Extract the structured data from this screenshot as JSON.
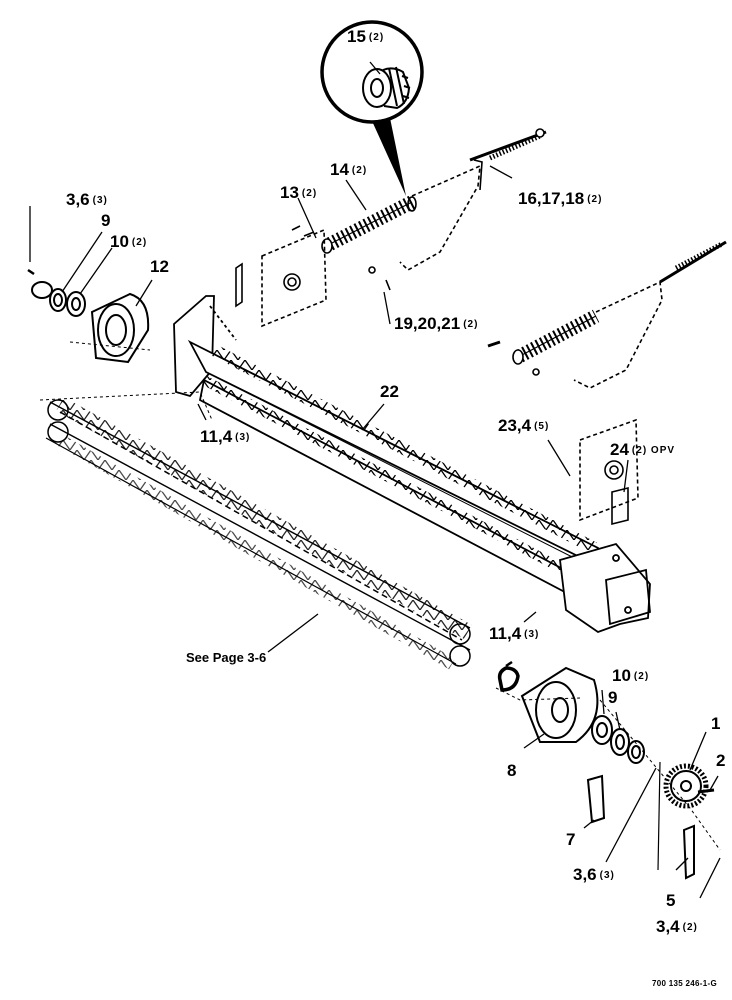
{
  "callouts": [
    {
      "id": "c15",
      "main": "15",
      "qty": "(2)"
    },
    {
      "id": "c14",
      "main": "14",
      "qty": "(2)"
    },
    {
      "id": "c13",
      "main": "13",
      "qty": "(2)"
    },
    {
      "id": "c16",
      "main": "16,17,18",
      "qty": "(2)"
    },
    {
      "id": "c36a",
      "main": "3,6",
      "qty": "(3)"
    },
    {
      "id": "c9a",
      "main": "9",
      "qty": ""
    },
    {
      "id": "c10a",
      "main": "10",
      "qty": "(2)"
    },
    {
      "id": "c12",
      "main": "12",
      "qty": ""
    },
    {
      "id": "c19",
      "main": "19,20,21",
      "qty": "(2)"
    },
    {
      "id": "c22",
      "main": "22",
      "qty": ""
    },
    {
      "id": "c114a",
      "main": "11,4",
      "qty": "(3)"
    },
    {
      "id": "c234",
      "main": "23,4",
      "qty": "(5)"
    },
    {
      "id": "c24",
      "main": "24",
      "qty": "(2) OPV"
    },
    {
      "id": "c114b",
      "main": "11,4",
      "qty": "(3)"
    },
    {
      "id": "c10b",
      "main": "10",
      "qty": "(2)"
    },
    {
      "id": "c9b",
      "main": "9",
      "qty": ""
    },
    {
      "id": "c1",
      "main": "1",
      "qty": ""
    },
    {
      "id": "c2",
      "main": "2",
      "qty": ""
    },
    {
      "id": "c8",
      "main": "8",
      "qty": ""
    },
    {
      "id": "c7",
      "main": "7",
      "qty": ""
    },
    {
      "id": "c36b",
      "main": "3,6",
      "qty": "(3)"
    },
    {
      "id": "c5",
      "main": "5",
      "qty": ""
    },
    {
      "id": "c34",
      "main": "3,4",
      "qty": "(2)"
    }
  ],
  "see_page_note": "See Page 3-6",
  "document_number": "700 135 246-1-G"
}
